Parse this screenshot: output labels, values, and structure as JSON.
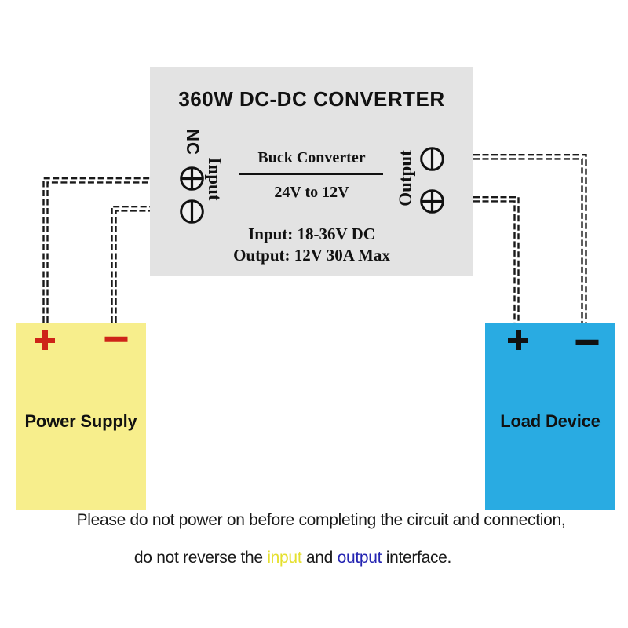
{
  "converter": {
    "title": "360W DC-DC CONVERTER",
    "nc_label": "NC",
    "input_label": "Input",
    "output_label": "Output",
    "center_line1": "Buck Converter",
    "center_line2": "24V to 12V",
    "spec_line1": "Input: 18-36V DC",
    "spec_line2": "Output: 12V 30A Max"
  },
  "power_supply": {
    "label": "Power Supply",
    "plus_symbol": "+",
    "minus_symbol": "−"
  },
  "load_device": {
    "label": "Load Device",
    "plus_symbol": "+",
    "minus_symbol": "−"
  },
  "caption": {
    "line1": "Please do not power on before completing the circuit and connection,",
    "line2_part1": "do not reverse the ",
    "line2_input": "input",
    "line2_part2": " and ",
    "line2_output": "output",
    "line2_part3": " interface."
  },
  "colors": {
    "converter_bg": "#e3e3e3",
    "screw_fill": "#f0f0f0",
    "power_supply_bg": "#f7ee8c",
    "load_device_bg": "#29abe2",
    "plus_minus_red": "#ce2418",
    "input_text_yellow": "#e5e02f",
    "output_text_blue": "#2525b2",
    "wire_color": "#1a1a1a"
  }
}
